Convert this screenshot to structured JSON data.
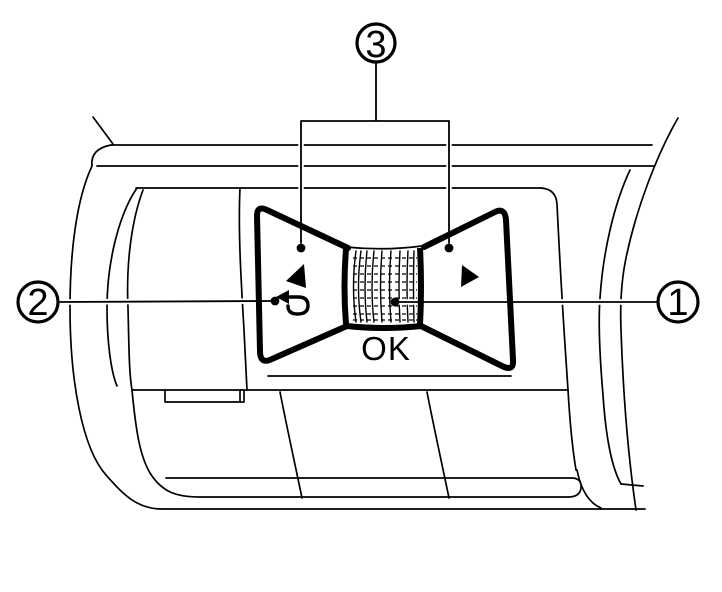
{
  "diagram": {
    "type": "technical line illustration",
    "subject": "dashboard control panel with scroll wheel, back button and arrow buttons",
    "colors": {
      "background": "#ffffff",
      "line": "#000000"
    },
    "control": {
      "ok_label": "OK",
      "icons": {
        "left_arrow": "left-pointing filled triangle",
        "right_arrow": "right-pointing filled triangle",
        "back": "U-turn return arrow",
        "wheel": "knurled scroll wheel"
      }
    },
    "callouts": [
      {
        "number": "1"
      },
      {
        "number": "2"
      },
      {
        "number": "3"
      }
    ]
  }
}
